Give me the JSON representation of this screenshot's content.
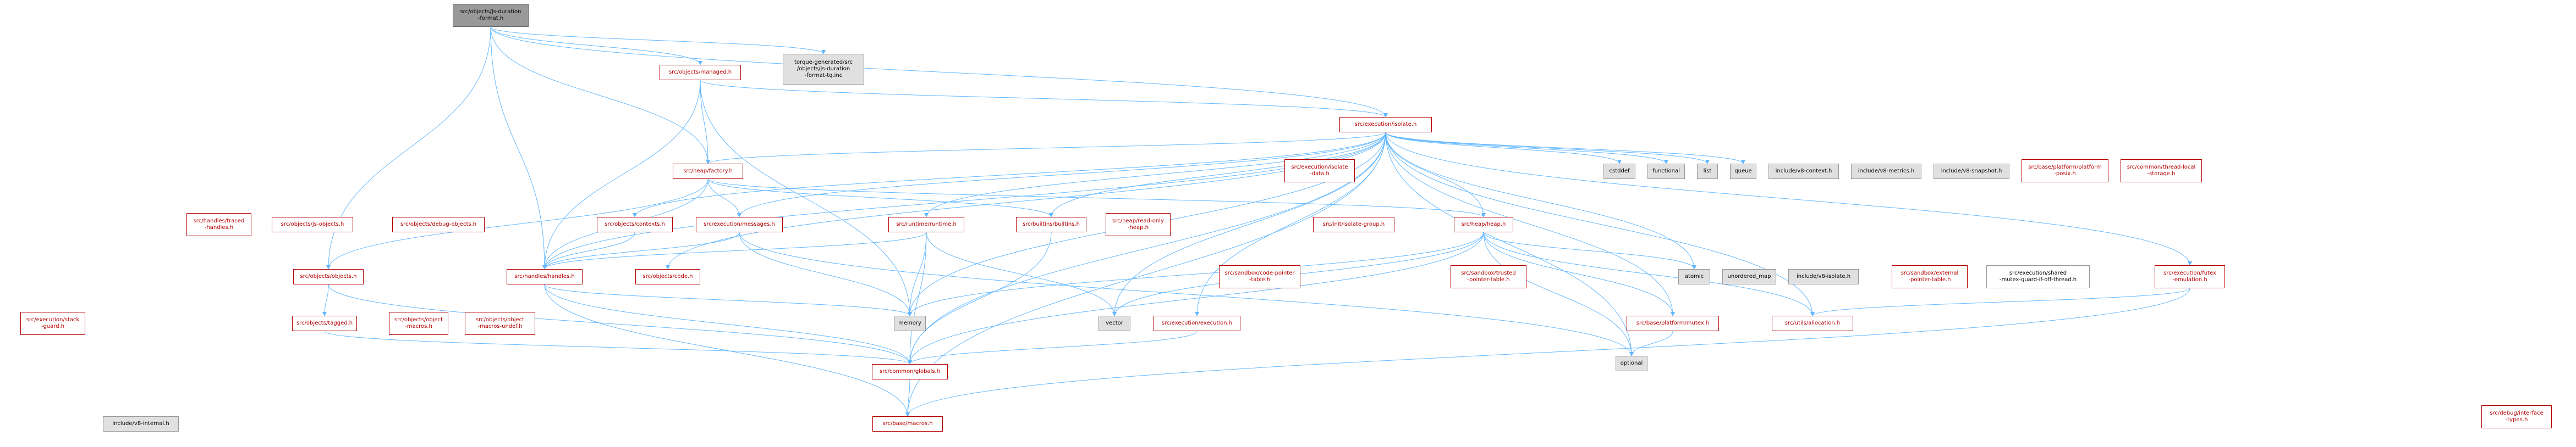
{
  "colors": {
    "edge": "#63b8ff",
    "link_border": "#b70000",
    "link_text": "#b70000",
    "ext_fill": "#e0e0e0",
    "root_fill": "#999999"
  },
  "nodes": {
    "root": "src/objects/js-duration\n-format.h",
    "torque": "torque-generated/src\n/objects/js-duration\n-format-tq.inc",
    "managed": "src/objects/managed.h",
    "isolate": "src/execution/isolate.h",
    "factory": "src/heap/factory.h",
    "isolate_data": "src/execution/isolate\n-data.h",
    "cstddef": "cstddef",
    "functional": "functional",
    "list": "list",
    "queue": "queue",
    "v8_context": "include/v8-context.h",
    "v8_metrics": "include/v8-metrics.h",
    "v8_snapshot": "include/v8-snapshot.h",
    "platform_posix": "src/base/platform/platform\n-posix.h",
    "thread_local": "src/common/thread-local\n-storage.h",
    "traced_handles": "src/handles/traced\n-handles.h",
    "js_objects": "src/objects/js-objects.h",
    "debug_objects": "src/objects/debug-objects.h",
    "contexts": "src/objects/contexts.h",
    "messages": "src/execution/messages.h",
    "runtime": "src/runtime/runtime.h",
    "builtins": "src/builtins/builtins.h",
    "read_only_heap": "src/heap/read-only\n-heap.h",
    "isolate_group": "src/init/isolate-group.h",
    "heap": "src/heap/heap.h",
    "objects": "src/objects/objects.h",
    "handles": "src/handles/handles.h",
    "code": "src/objects/code.h",
    "code_pointer": "src/sandbox/code-pointer\n-table.h",
    "trusted_pointer": "src/sandbox/trusted\n-pointer-table.h",
    "atomic": "atomic",
    "unordered_map": "unordered_map",
    "v8_isolate": "include/v8-isolate.h",
    "external_pointer": "src/sandbox/external\n-pointer-table.h",
    "shared_mutex": "src/execution/shared\n-mutex-guard-if-off-thread.h",
    "futex": "src/execution/futex\n-emulation.h",
    "stack_guard": "src/execution/stack\n-guard.h",
    "tagged": "src/objects/tagged.h",
    "object_macros": "src/objects/object\n-macros.h",
    "object_macros_undef": "src/objects/object\n-macros-undef.h",
    "memory": "memory",
    "vector": "vector",
    "execution": "src/execution/execution.h",
    "mutex": "src/base/platform/mutex.h",
    "allocation": "src/utils/allocation.h",
    "optional": "optional",
    "globals": "src/common/globals.h",
    "v8_internal": "include/v8-internal.h",
    "macros": "src/base/macros.h",
    "debug_interface": "src/debug/interface\n-types.h"
  }
}
